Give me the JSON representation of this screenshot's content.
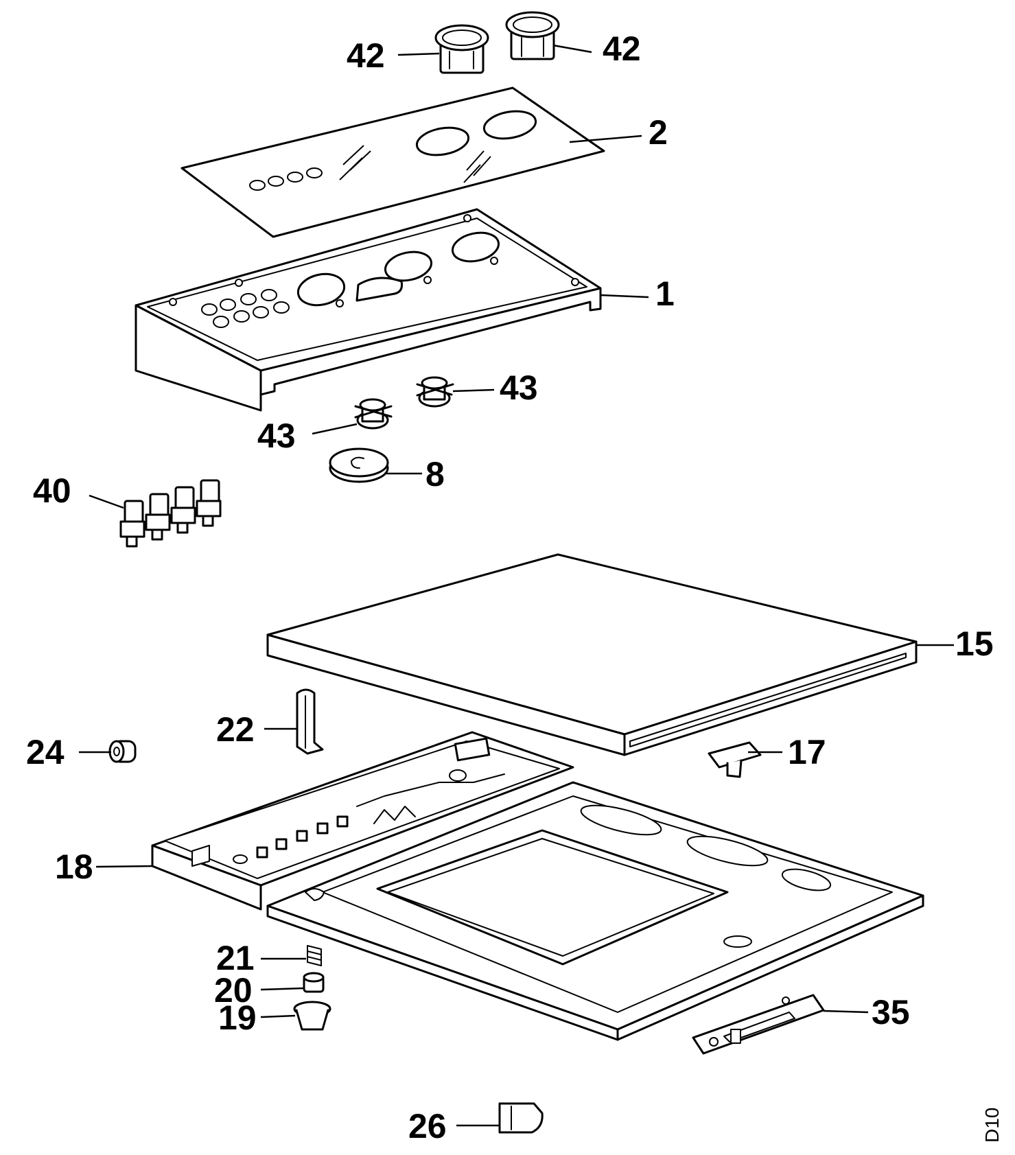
{
  "callouts": {
    "c42a": "42",
    "c42b": "42",
    "c2": "2",
    "c1": "1",
    "c43a": "43",
    "c43b": "43",
    "c8": "8",
    "c40": "40",
    "c15": "15",
    "c22": "22",
    "c24": "24",
    "c17": "17",
    "c18": "18",
    "c21": "21",
    "c20": "20",
    "c19": "19",
    "c35": "35",
    "c26": "26"
  },
  "drawing_code": "D10"
}
